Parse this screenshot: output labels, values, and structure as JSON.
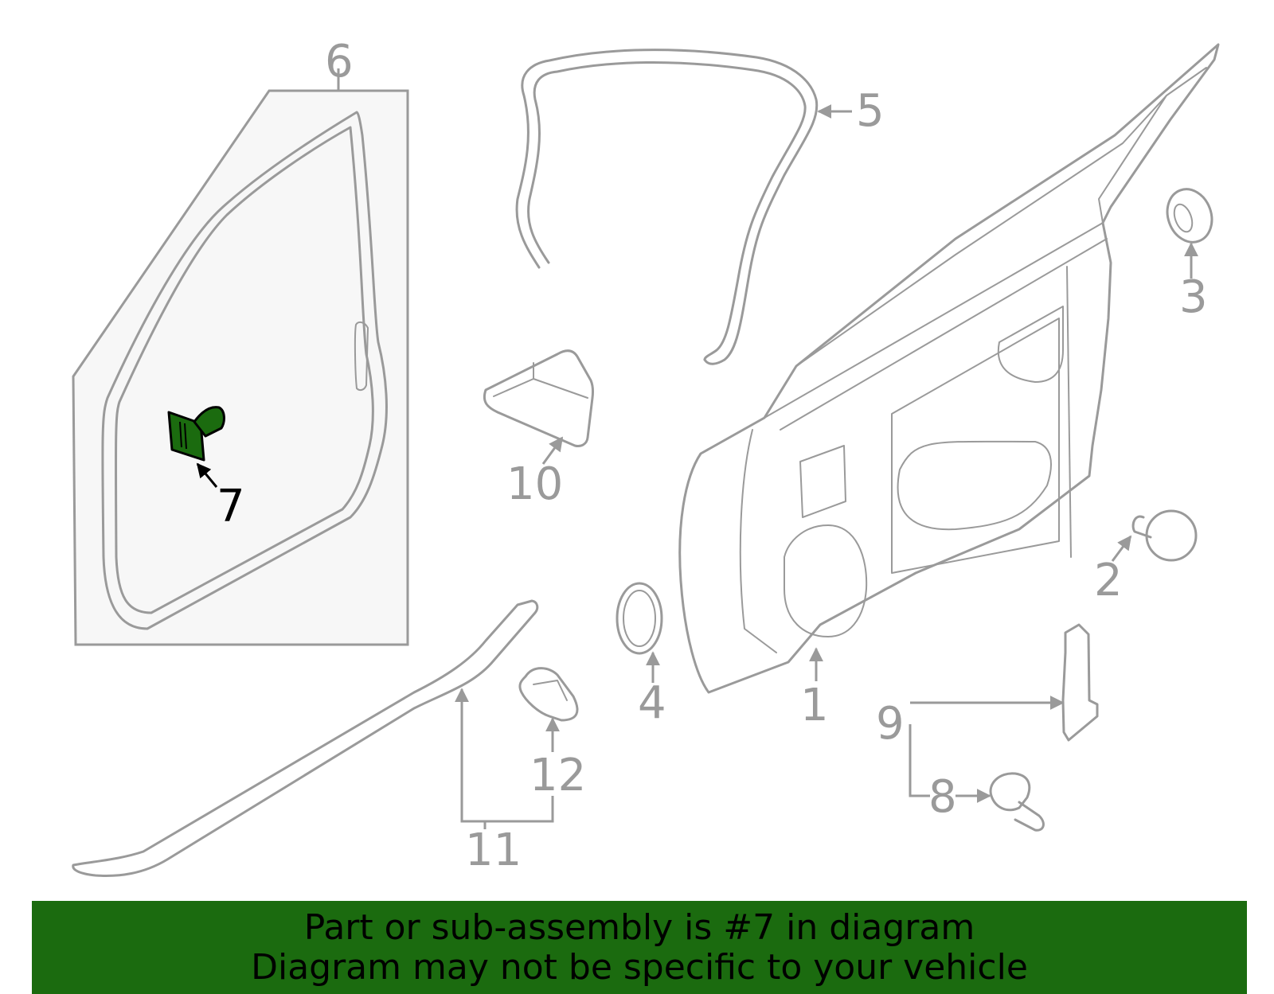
{
  "highlighted_part": "7",
  "colors": {
    "line": "#9a9a9a",
    "highlight_fill": "#1b6b0f",
    "banner_background": "#1b6b0f",
    "banner_text": "#000000",
    "panel_fill": "#f7f7f7"
  },
  "callouts": [
    {
      "id": "1",
      "label": "1"
    },
    {
      "id": "2",
      "label": "2"
    },
    {
      "id": "3",
      "label": "3"
    },
    {
      "id": "4",
      "label": "4"
    },
    {
      "id": "5",
      "label": "5"
    },
    {
      "id": "6",
      "label": "6"
    },
    {
      "id": "7",
      "label": "7"
    },
    {
      "id": "8",
      "label": "8"
    },
    {
      "id": "9",
      "label": "9"
    },
    {
      "id": "10",
      "label": "10"
    },
    {
      "id": "11",
      "label": "11"
    },
    {
      "id": "12",
      "label": "12"
    }
  ],
  "banner": {
    "line1": "Part or sub-assembly is #7 in diagram",
    "line2": "Diagram may not be specific to your vehicle"
  }
}
